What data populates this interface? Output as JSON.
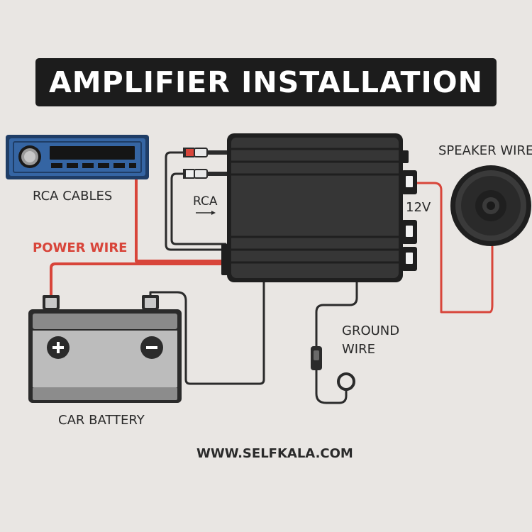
{
  "title": "AMPLIFIER INSTALLATION",
  "labels": {
    "rca_cables": "RCA CABLES",
    "rca": "RCA",
    "power_wire": "POWER WIRE",
    "speaker_wire": "SPEAKER WIRE",
    "voltage": "12V",
    "ground_line1": "GROUND",
    "ground_line2": "WIRE",
    "car_battery": "CAR BATTERY",
    "website": "WWW.SELFKALA.COM"
  },
  "colors": {
    "background": "#e9e6e3",
    "power_wire": "#d8453a",
    "ground_wire": "#2b2b2b",
    "head_unit": "#2f5f98",
    "amplifier": "#2c2c2c",
    "battery": "#b9b9b9"
  },
  "icons": {
    "battery_positive": "plus-icon",
    "battery_negative": "minus-icon",
    "head_unit_knob": "knob-icon",
    "speaker": "speaker-icon",
    "ground_ring": "ring-terminal-icon"
  }
}
